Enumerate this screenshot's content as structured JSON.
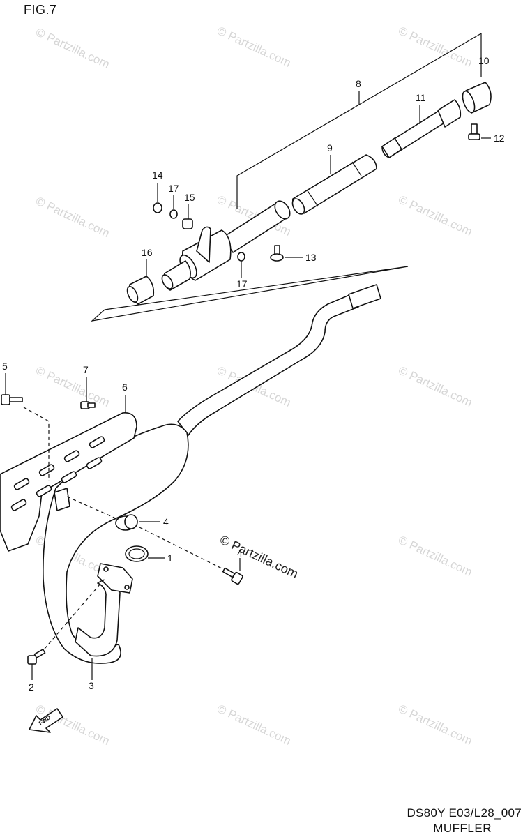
{
  "figure": {
    "label": "FIG.7"
  },
  "footer": {
    "code": "DS80Y E03/L28_007",
    "title": "MUFFLER"
  },
  "watermark": {
    "text": "© Partzilla.com"
  },
  "callouts": [
    "1",
    "2",
    "3",
    "4",
    "5",
    "6",
    "7",
    "8",
    "9",
    "10",
    "11",
    "12",
    "13",
    "14",
    "15",
    "16",
    "17",
    "17",
    "4"
  ],
  "arrow": {
    "label": "FWD"
  }
}
